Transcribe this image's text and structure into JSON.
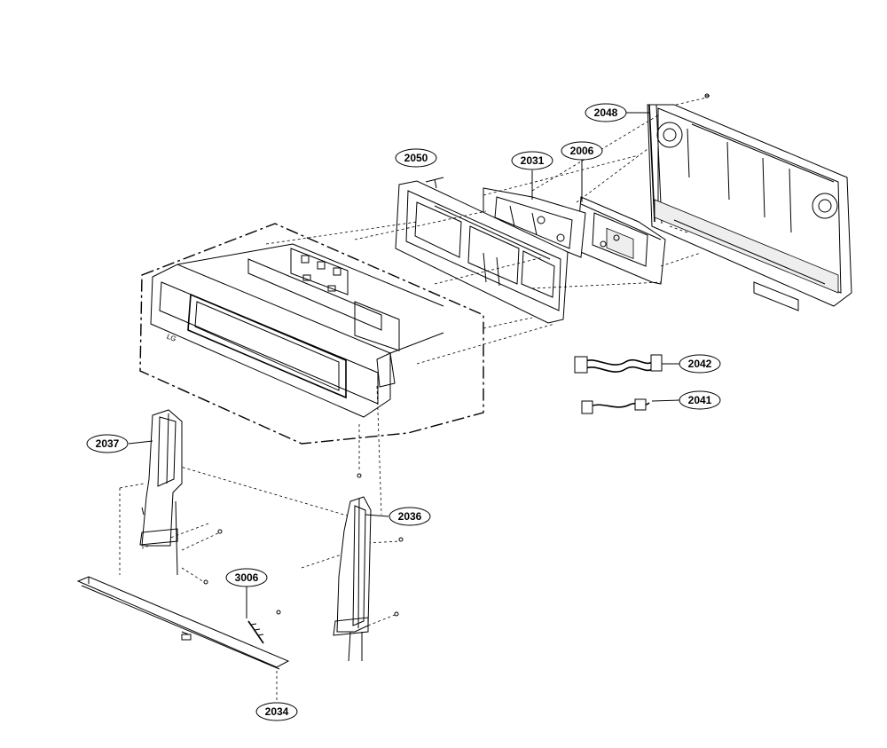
{
  "labels": {
    "l2048": "2048",
    "l2050": "2050",
    "l2031": "2031",
    "l2006": "2006",
    "l2042": "2042",
    "l2041": "2041",
    "l2037": "2037",
    "l2036": "2036",
    "l3006": "3006",
    "l2034": "2034"
  },
  "panel_logo": "LG"
}
